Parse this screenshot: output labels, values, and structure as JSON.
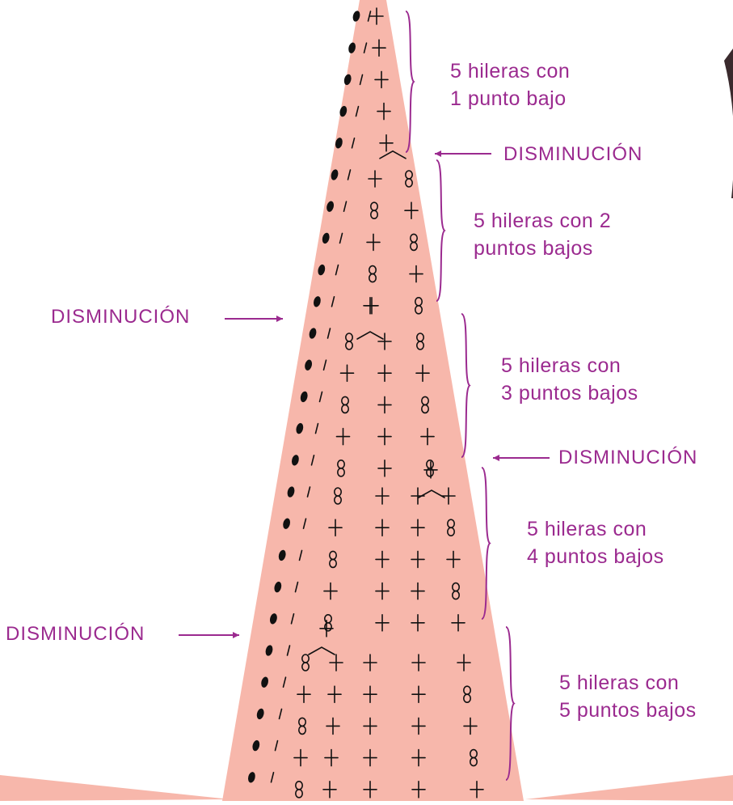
{
  "colors": {
    "cone_fill": "#f7b7ab",
    "accent": "#9b2a8f",
    "stitch": "#111111",
    "photo": "#3a2a2d"
  },
  "icons": {
    "chain_stitch": "chain-icon",
    "single_crochet": "plus-stitch-icon",
    "slip_stitch": "dot-icon",
    "decrease": "decrease-caret-icon"
  },
  "labels": {
    "group1": {
      "line1": "5 hileras con",
      "line2": "1 punto bajo"
    },
    "group2": {
      "line1": "5 hileras con 2",
      "line2": "puntos bajos"
    },
    "group3": {
      "line1": "5 hileras con",
      "line2": "3 puntos bajos"
    },
    "group4": {
      "line1": "5 hileras con",
      "line2": "4 puntos bajos"
    },
    "group5": {
      "line1": "5 hileras con",
      "line2": "5 puntos bajos"
    }
  },
  "decreases": {
    "d1": "DISMINUCIÓN",
    "d2": "DISMINUCIÓN",
    "d3": "DISMINUCIÓN",
    "d4": "DISMINUCIÓN"
  },
  "pattern": {
    "total_rows": 25,
    "groups": [
      {
        "rows": 5,
        "single_crochets": 1
      },
      {
        "rows": 5,
        "single_crochets": 2
      },
      {
        "rows": 5,
        "single_crochets": 3
      },
      {
        "rows": 5,
        "single_crochets": 4
      },
      {
        "rows": 5,
        "single_crochets": 5
      }
    ]
  }
}
